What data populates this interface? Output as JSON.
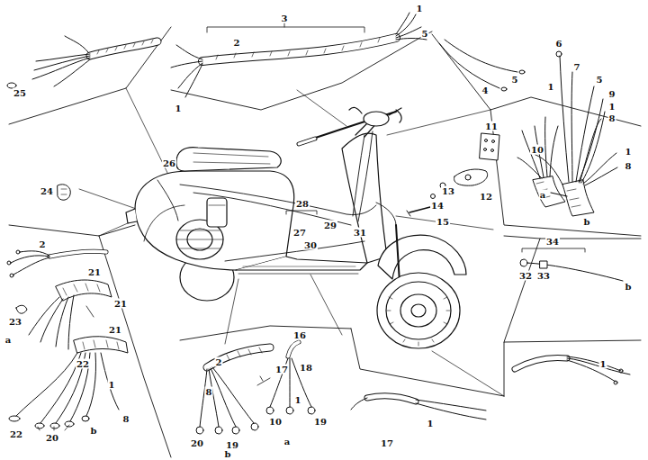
{
  "diagram": {
    "labels": [
      "25",
      "3",
      "2",
      "1",
      "1",
      "5",
      "4",
      "5",
      "6",
      "7",
      "5",
      "1",
      "9",
      "1",
      "8",
      "10",
      "1",
      "8",
      "a",
      "b",
      "11",
      "12",
      "13",
      "14",
      "15",
      "26",
      "24",
      "28",
      "27",
      "29",
      "31",
      "30",
      "34",
      "32",
      "33",
      "b",
      "2",
      "21",
      "23",
      "21",
      "a",
      "21",
      "22",
      "22",
      "20",
      "b",
      "1",
      "8",
      "2",
      "8",
      "17",
      "16",
      "18",
      "1",
      "10",
      "19",
      "20",
      "19",
      "b",
      "a",
      "17",
      "1",
      "1"
    ]
  }
}
